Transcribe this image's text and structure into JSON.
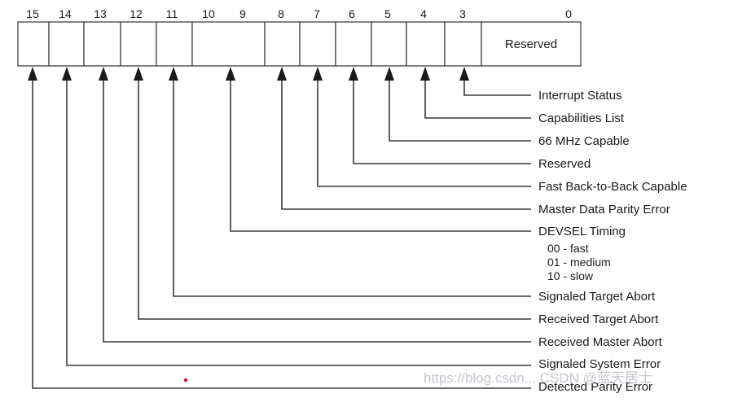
{
  "bit_numbers": [
    "15",
    "14",
    "13",
    "12",
    "11",
    "10",
    "9",
    "8",
    "7",
    "6",
    "5",
    "4",
    "3",
    "0"
  ],
  "reserved_cell": "Reserved",
  "fields": [
    {
      "label": "Interrupt Status"
    },
    {
      "label": "Capabilities List"
    },
    {
      "label": "66 MHz Capable"
    },
    {
      "label": "Reserved"
    },
    {
      "label": "Fast Back-to-Back Capable"
    },
    {
      "label": "Master Data Parity Error"
    },
    {
      "label": "DEVSEL Timing",
      "notes": [
        "00 - fast",
        "01 - medium",
        "10 - slow"
      ]
    },
    {
      "label": "Signaled Target Abort"
    },
    {
      "label": "Received Target Abort"
    },
    {
      "label": "Received Master Abort"
    },
    {
      "label": "Signaled System Error"
    },
    {
      "label": "Detected Parity Error"
    }
  ],
  "watermark": "https://blog.csdn... CSDN @蓝天居士",
  "colors": {
    "line": "#3a3a3a",
    "text": "#1a1a1a",
    "watermark": "#b9bcc4",
    "dot": "#d0142c"
  }
}
